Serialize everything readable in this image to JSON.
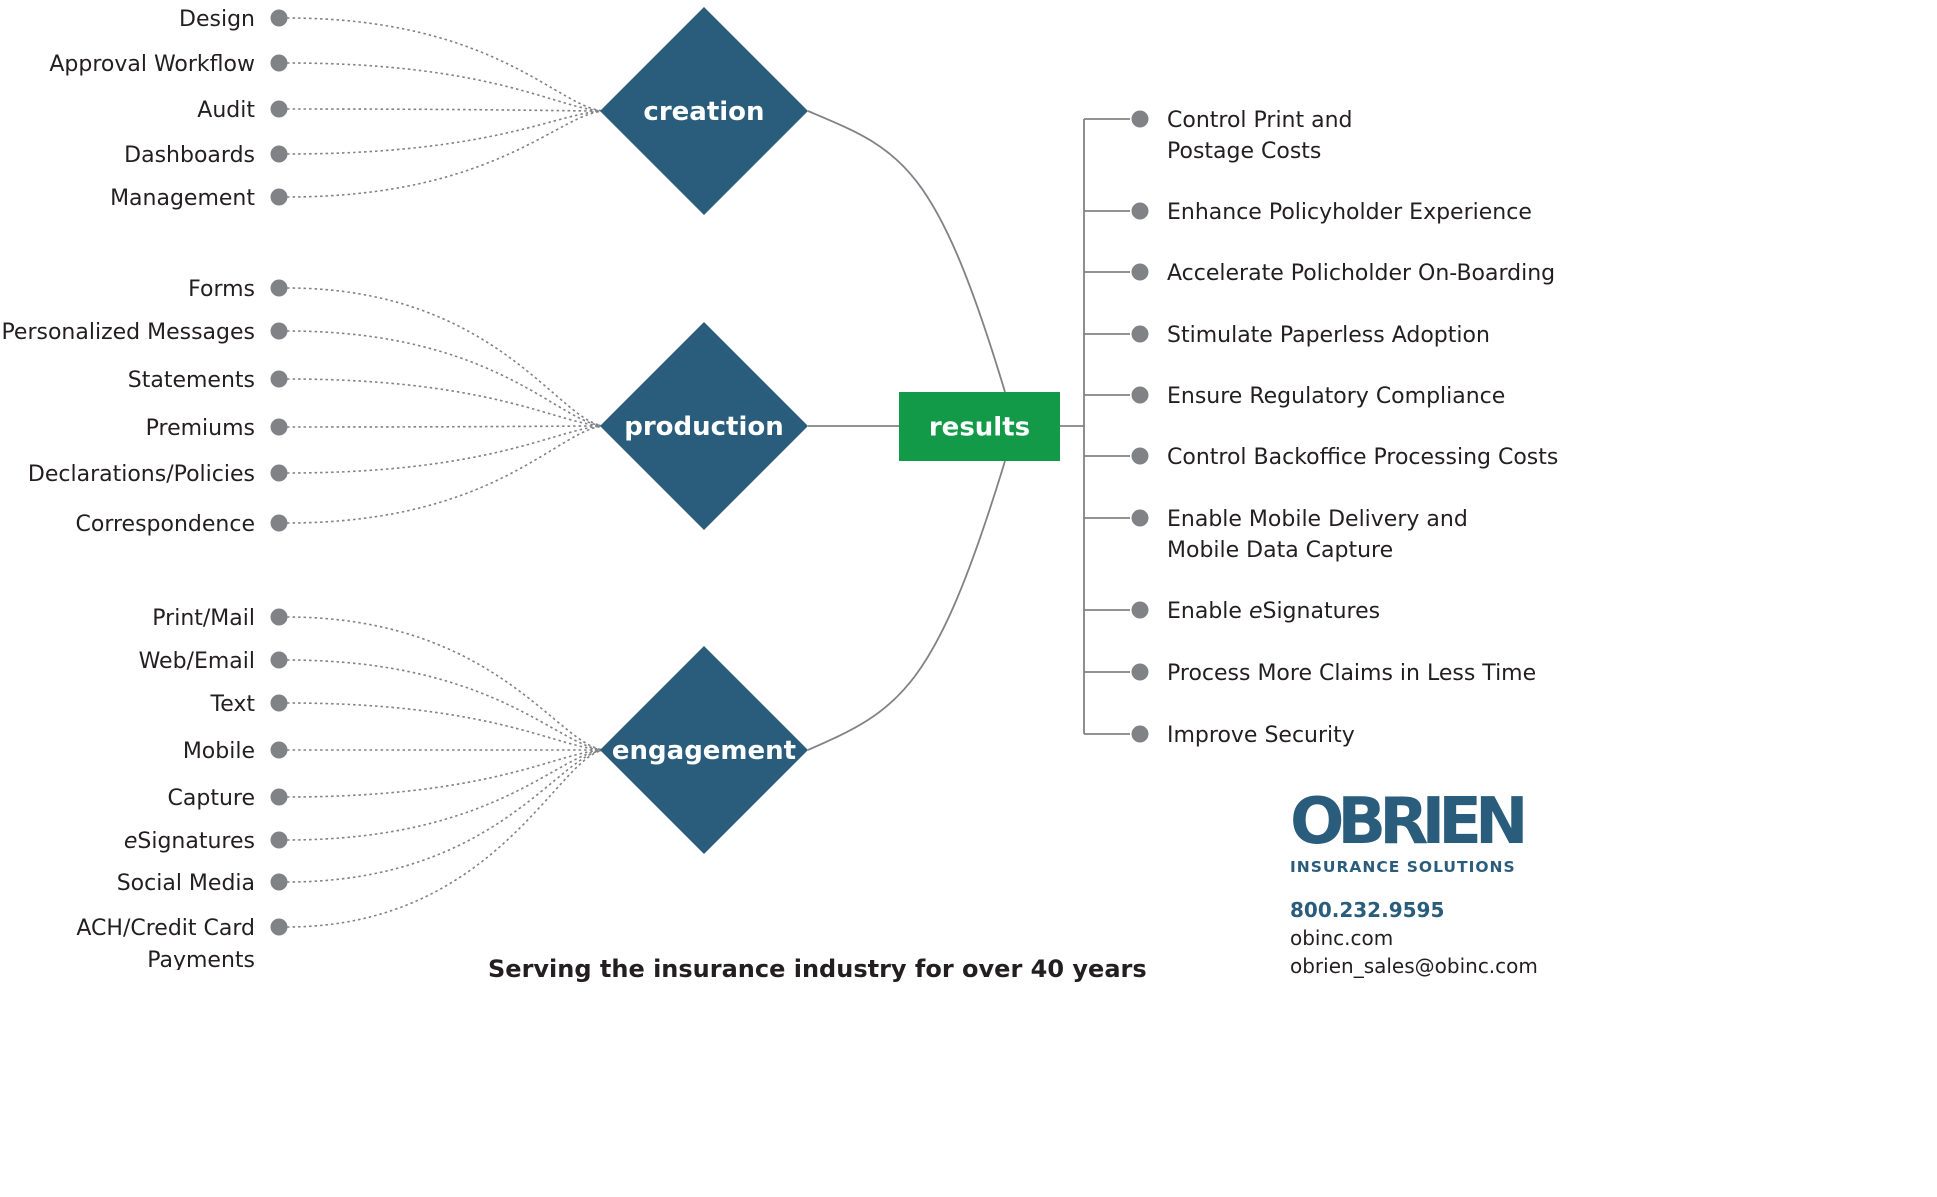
{
  "colors": {
    "diamond": "#2a5d7c",
    "results_box": "#139a48",
    "dot": "#808285",
    "text": "#231f20",
    "brand": "#2a5d7c",
    "connector": "#808285"
  },
  "hubs": [
    {
      "label": "creation",
      "items": [
        "Design",
        "Approval Workflow",
        "Audit",
        "Dashboards",
        "Management"
      ]
    },
    {
      "label": "production",
      "items": [
        "Forms",
        "Personalized Messages",
        "Statements",
        "Premiums",
        "Declarations/Policies",
        "Correspondence"
      ]
    },
    {
      "label": "engagement",
      "items": [
        "Print/Mail",
        "Web/Email",
        "Text",
        "Mobile",
        "Capture",
        "eSignatures",
        "Social Media",
        "ACH/Credit Card Payments"
      ]
    }
  ],
  "results": {
    "label": "results",
    "items": [
      "Control Print and Postage Costs",
      "Enhance Policyholder Experience",
      "Accelerate Policholder On-Boarding",
      "Stimulate Paperless Adoption",
      "Ensure Regulatory Compliance",
      "Control Backoffice Processing Costs",
      "Enable Mobile Delivery and Mobile Data Capture",
      "Enable eSignatures",
      "Process More Claims in Less Time",
      "Improve Security"
    ]
  },
  "brand": {
    "logo_text": "OBRIEN",
    "subtitle": "INSURANCE SOLUTIONS",
    "phone": "800.232.9595",
    "website": "obinc.com",
    "email": "obrien_sales@obinc.com"
  },
  "tagline": "Serving the insurance industry for over 40 years"
}
